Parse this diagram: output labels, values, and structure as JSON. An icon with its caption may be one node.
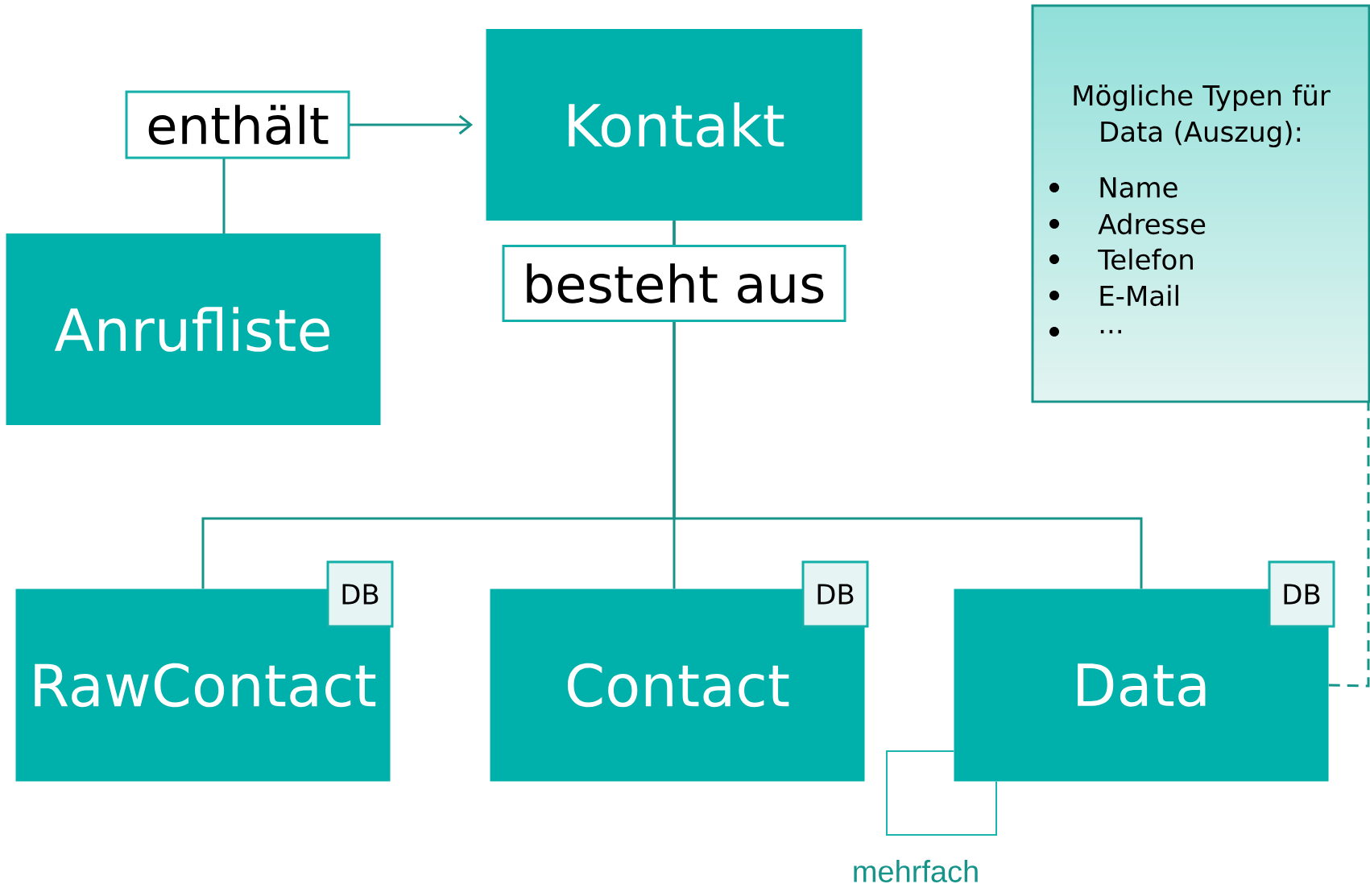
{
  "diagram": {
    "nodes": [
      {
        "text": [
          "Kontakt"
        ]
      },
      {
        "text": [
          "Anrufliste"
        ]
      },
      {
        "text": [
          "RawContact"
        ]
      },
      {
        "text": [
          "DB"
        ]
      },
      {
        "text": [
          "Contact"
        ]
      },
      {
        "text": [
          "DB"
        ]
      },
      {
        "text": [
          "Data"
        ]
      },
      {
        "text": [
          "DB"
        ]
      },
      {
        "text": [
          "Mögliche Typen für Data (Auszug):",
          "Name",
          "Adresse",
          "Telefon",
          "E-Mail",
          "..."
        ]
      }
    ],
    "edges": [
      {
        "from": 1,
        "to": 0,
        "arrow": "to",
        "label": "enthält"
      },
      {
        "from": 0,
        "to": 2,
        "arrow": "none"
      },
      {
        "from": 0,
        "to": 4,
        "arrow": "none",
        "label": "besteht aus"
      },
      {
        "from": 0,
        "to": 6,
        "arrow": "none"
      },
      {
        "from": 6,
        "to": 6,
        "arrow": "none",
        "label": "mehrfach",
        "color": "#1cb5ad"
      },
      {
        "from": 6,
        "to": 8,
        "arrow": "none",
        "style": "dashed"
      }
    ]
  }
}
